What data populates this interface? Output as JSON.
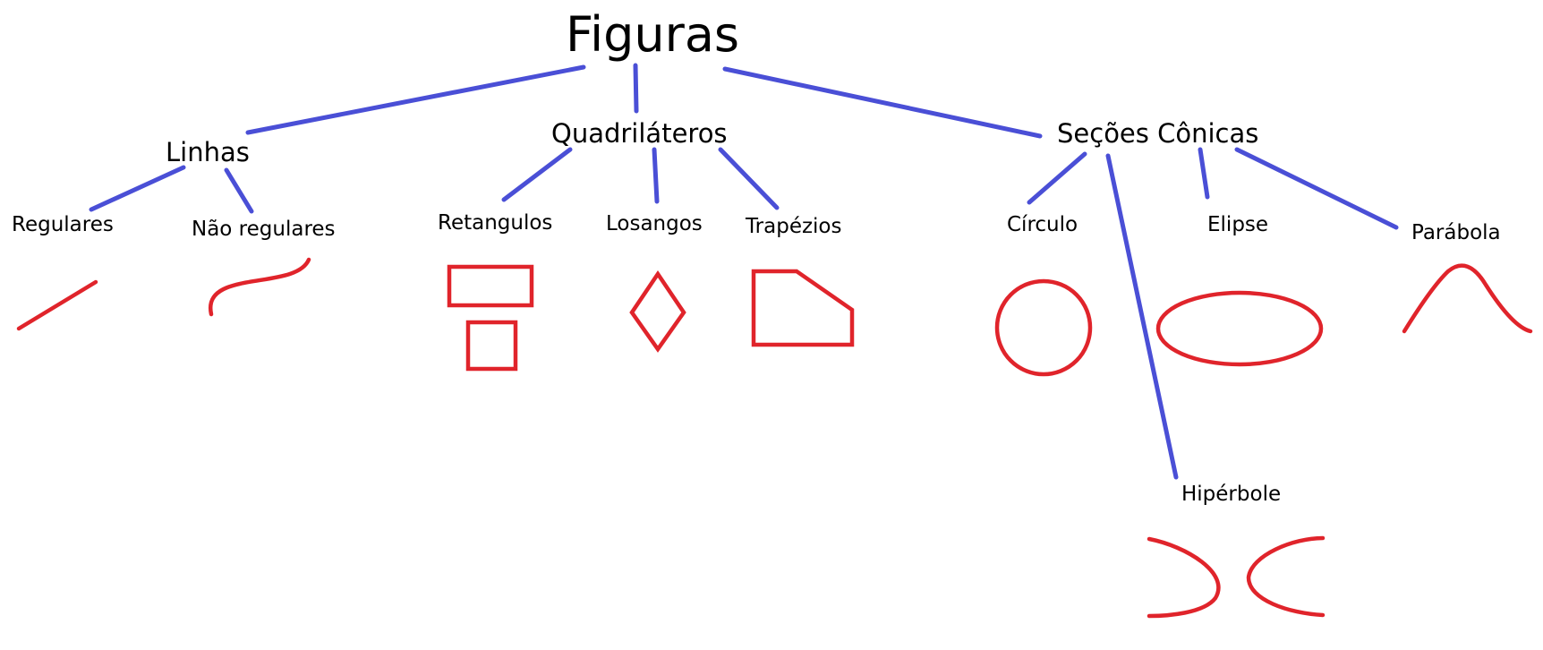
{
  "colors": {
    "connector": "#4a4fd6",
    "shape": "#e0242b",
    "text": "#000000"
  },
  "title": "Figuras",
  "categories": {
    "linhas": {
      "label": "Linhas",
      "children": {
        "regulares": "Regulares",
        "nao_regulares": "Não regulares"
      }
    },
    "quadrilateros": {
      "label": "Quadriláteros",
      "children": {
        "retangulos": "Retangulos",
        "losangos": "Losangos",
        "trapezios": "Trapézios"
      }
    },
    "secoes_conicas": {
      "label": "Seções Cônicas",
      "children": {
        "circulo": "Círculo",
        "elipse": "Elipse",
        "parabola": "Parábola",
        "hiperbole": "Hipérbole"
      }
    }
  }
}
